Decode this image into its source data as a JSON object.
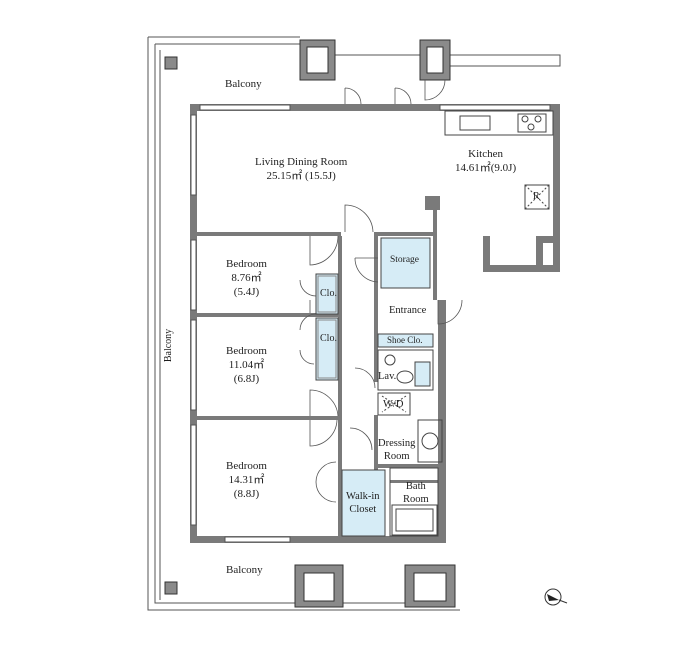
{
  "plan": {
    "balcony_top": "Balcony",
    "balcony_left": "Balcony",
    "balcony_bottom": "Balcony",
    "ldk": {
      "name": "Living Dining Room",
      "area": "25.15㎡ (15.5J)"
    },
    "kitchen": {
      "name": "Kitchen",
      "area": "14.61㎡(9.0J)",
      "fridge": "R"
    },
    "bedroom1": {
      "name": "Bedroom",
      "area": "8.76㎡",
      "jo": "(5.4J)"
    },
    "bedroom2": {
      "name": "Bedroom",
      "area": "11.04㎡",
      "jo": "(6.8J)"
    },
    "bedroom3": {
      "name": "Bedroom",
      "area": "14.31㎡",
      "jo": "(8.8J)"
    },
    "closet1": "Clo.",
    "closet2": "Clo.",
    "storage": "Storage",
    "entrance": "Entrance",
    "shoe_closet": "Shoe Clo.",
    "lavatory": "Lav.",
    "washer": "W/D",
    "dressing_room": {
      "line1": "Dressing",
      "line2": "Room"
    },
    "bath_room": {
      "line1": "Bath",
      "line2": "Room"
    },
    "walk_in_closet": {
      "line1": "Walk-in",
      "line2": "Closet"
    }
  },
  "colors": {
    "wall": "#7a7a7a",
    "line": "#444444",
    "storage_fill": "#d6ecf6"
  }
}
